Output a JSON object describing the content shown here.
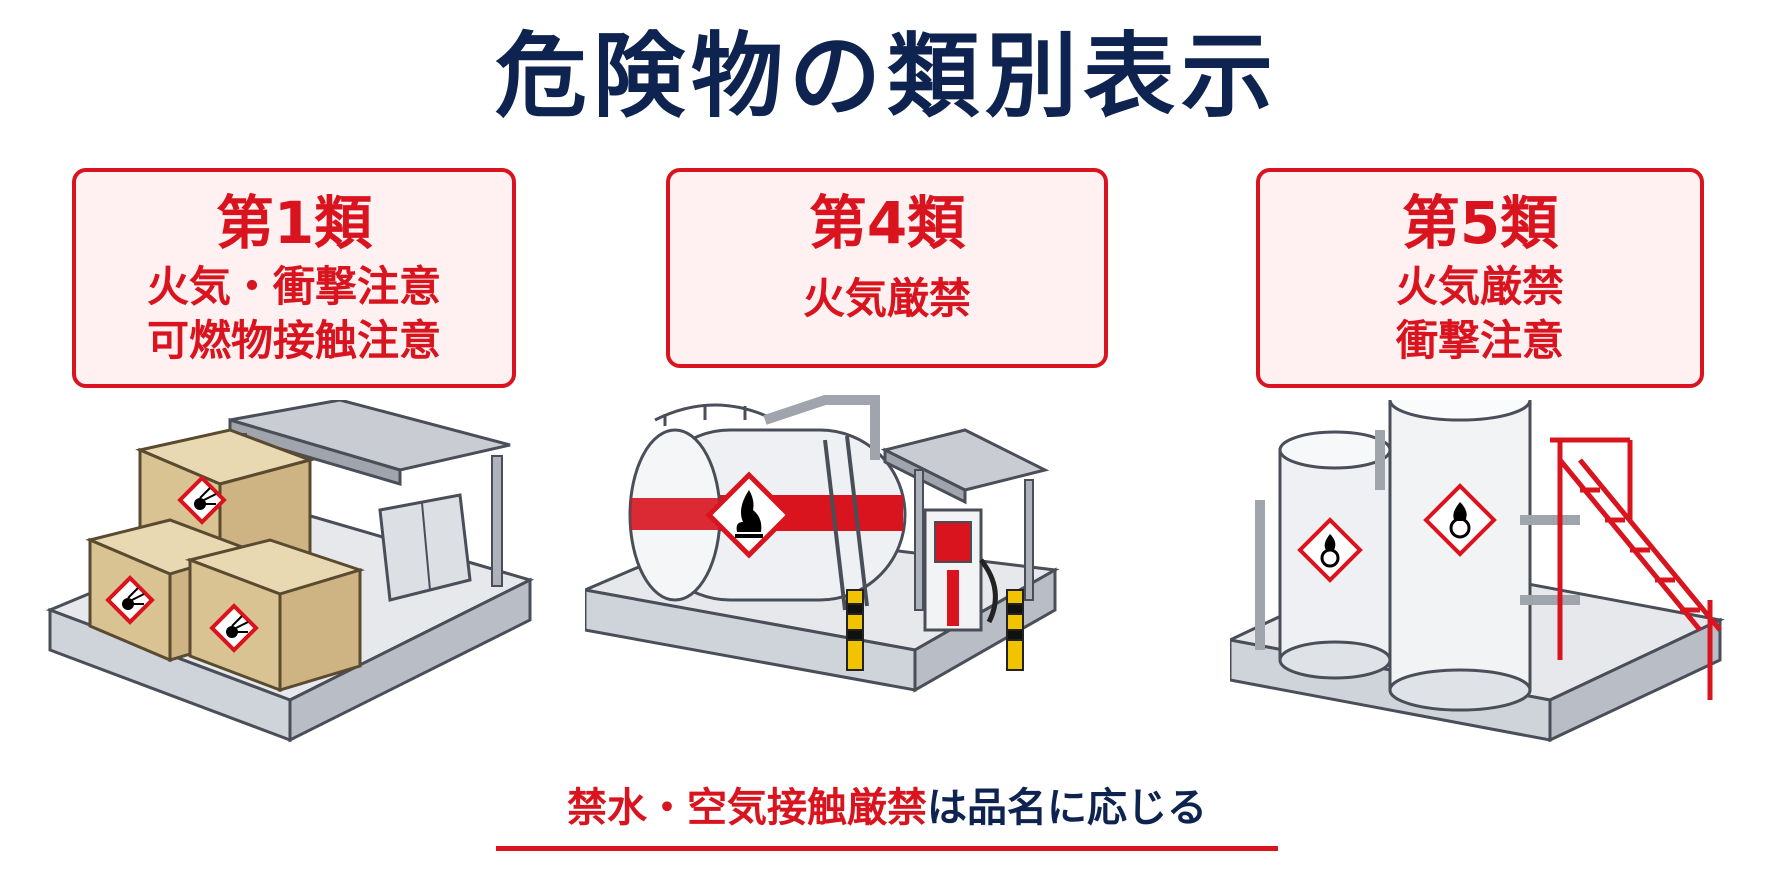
{
  "title": "危険物の類別表示",
  "colors": {
    "title": "#0e2350",
    "accent_red": "#d9141e",
    "label_fill": "#fff1f1"
  },
  "labels": [
    {
      "class": "第1類",
      "lines": [
        "火気・衝撃注意",
        "可燃物接触注意"
      ]
    },
    {
      "class": "第4類",
      "lines": [
        "火気厳禁"
      ]
    },
    {
      "class": "第5類",
      "lines": [
        "火気厳禁",
        "衝撃注意"
      ]
    }
  ],
  "illustrations": [
    {
      "subject": "crate-storage",
      "pictogram": "exploding-bomb-icon"
    },
    {
      "subject": "fuel-tank-and-dispenser",
      "pictogram": "flame-icon"
    },
    {
      "subject": "silo-storage",
      "pictogram": "flame-over-circle-icon"
    }
  ],
  "footer": {
    "emphasis": "禁水・空気接触厳禁",
    "rest": "は品名に応じる"
  }
}
